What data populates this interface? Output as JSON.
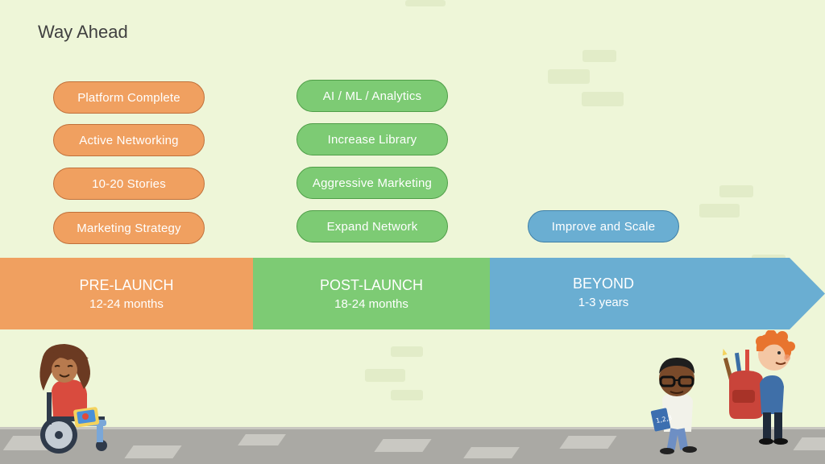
{
  "slide": {
    "title": "Way Ahead"
  },
  "columns": {
    "pre_launch": {
      "items": [
        "Platform Complete",
        "Active Networking",
        "10-20 Stories",
        "Marketing Strategy"
      ],
      "phase_name": "PRE-LAUNCH",
      "duration": "12-24 months",
      "color": "#f0a060"
    },
    "post_launch": {
      "items": [
        "AI / ML / Analytics",
        "Increase Library",
        "Aggressive Marketing",
        "Expand Network"
      ],
      "phase_name": "POST-LAUNCH",
      "duration": "18-24 months",
      "color": "#7dcb74"
    },
    "beyond": {
      "items": [
        "Improve and Scale"
      ],
      "phase_name": "BEYOND",
      "duration": "1-3 years",
      "color": "#6aaed2"
    }
  },
  "colors": {
    "background": "#eef6d8",
    "sidewalk": "#aaa9a4"
  },
  "illustrations": [
    "girl-wheelchair-illustration",
    "boy-glasses-illustration",
    "boy-backpack-illustration"
  ]
}
